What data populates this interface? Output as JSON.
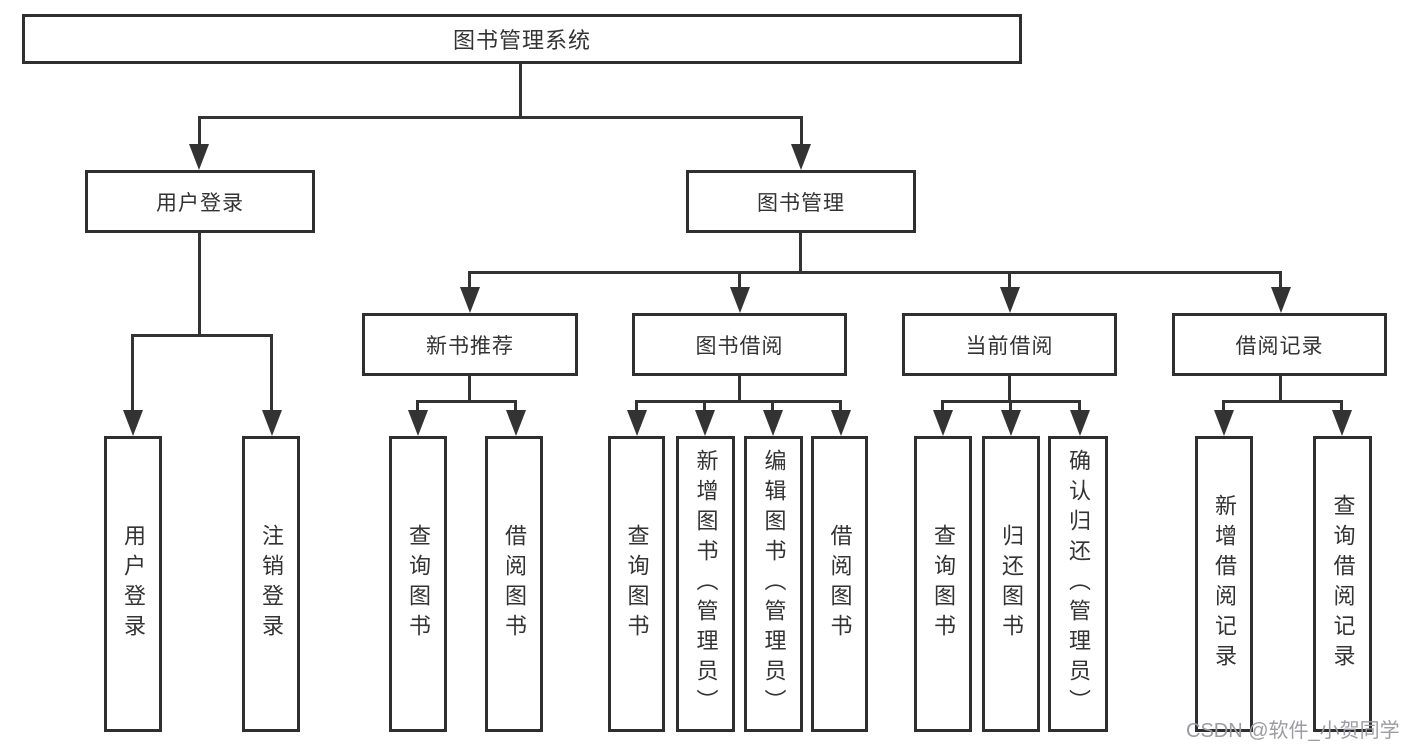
{
  "diagram": {
    "root": "图书管理系统",
    "level2": {
      "user_login": "用户登录",
      "book_management": "图书管理"
    },
    "level3": {
      "new_book_recommend": "新书推荐",
      "book_borrow": "图书借阅",
      "current_borrow": "当前借阅",
      "borrow_record": "借阅记录"
    },
    "leaves": {
      "user_login": "用户登录",
      "logout": "注销登录",
      "recommend_query_book": "查询图书",
      "recommend_borrow_book": "借阅图书",
      "borrow_query_book": "查询图书",
      "borrow_add_book": "新增图书（管理员）",
      "borrow_edit_book": "编辑图书（管理员）",
      "borrow_borrow_book": "借阅图书",
      "current_query_book": "查询图书",
      "current_return_book": "归还图书",
      "current_confirm_return": "确认归还（管理员）",
      "record_add": "新增借阅记录",
      "record_query": "查询借阅记录"
    },
    "watermark": "CSDN @软件_小贺同学"
  },
  "colors": {
    "line": "#333333",
    "text": "#333333",
    "background": "#ffffff",
    "watermark": "#9c9ca2"
  }
}
